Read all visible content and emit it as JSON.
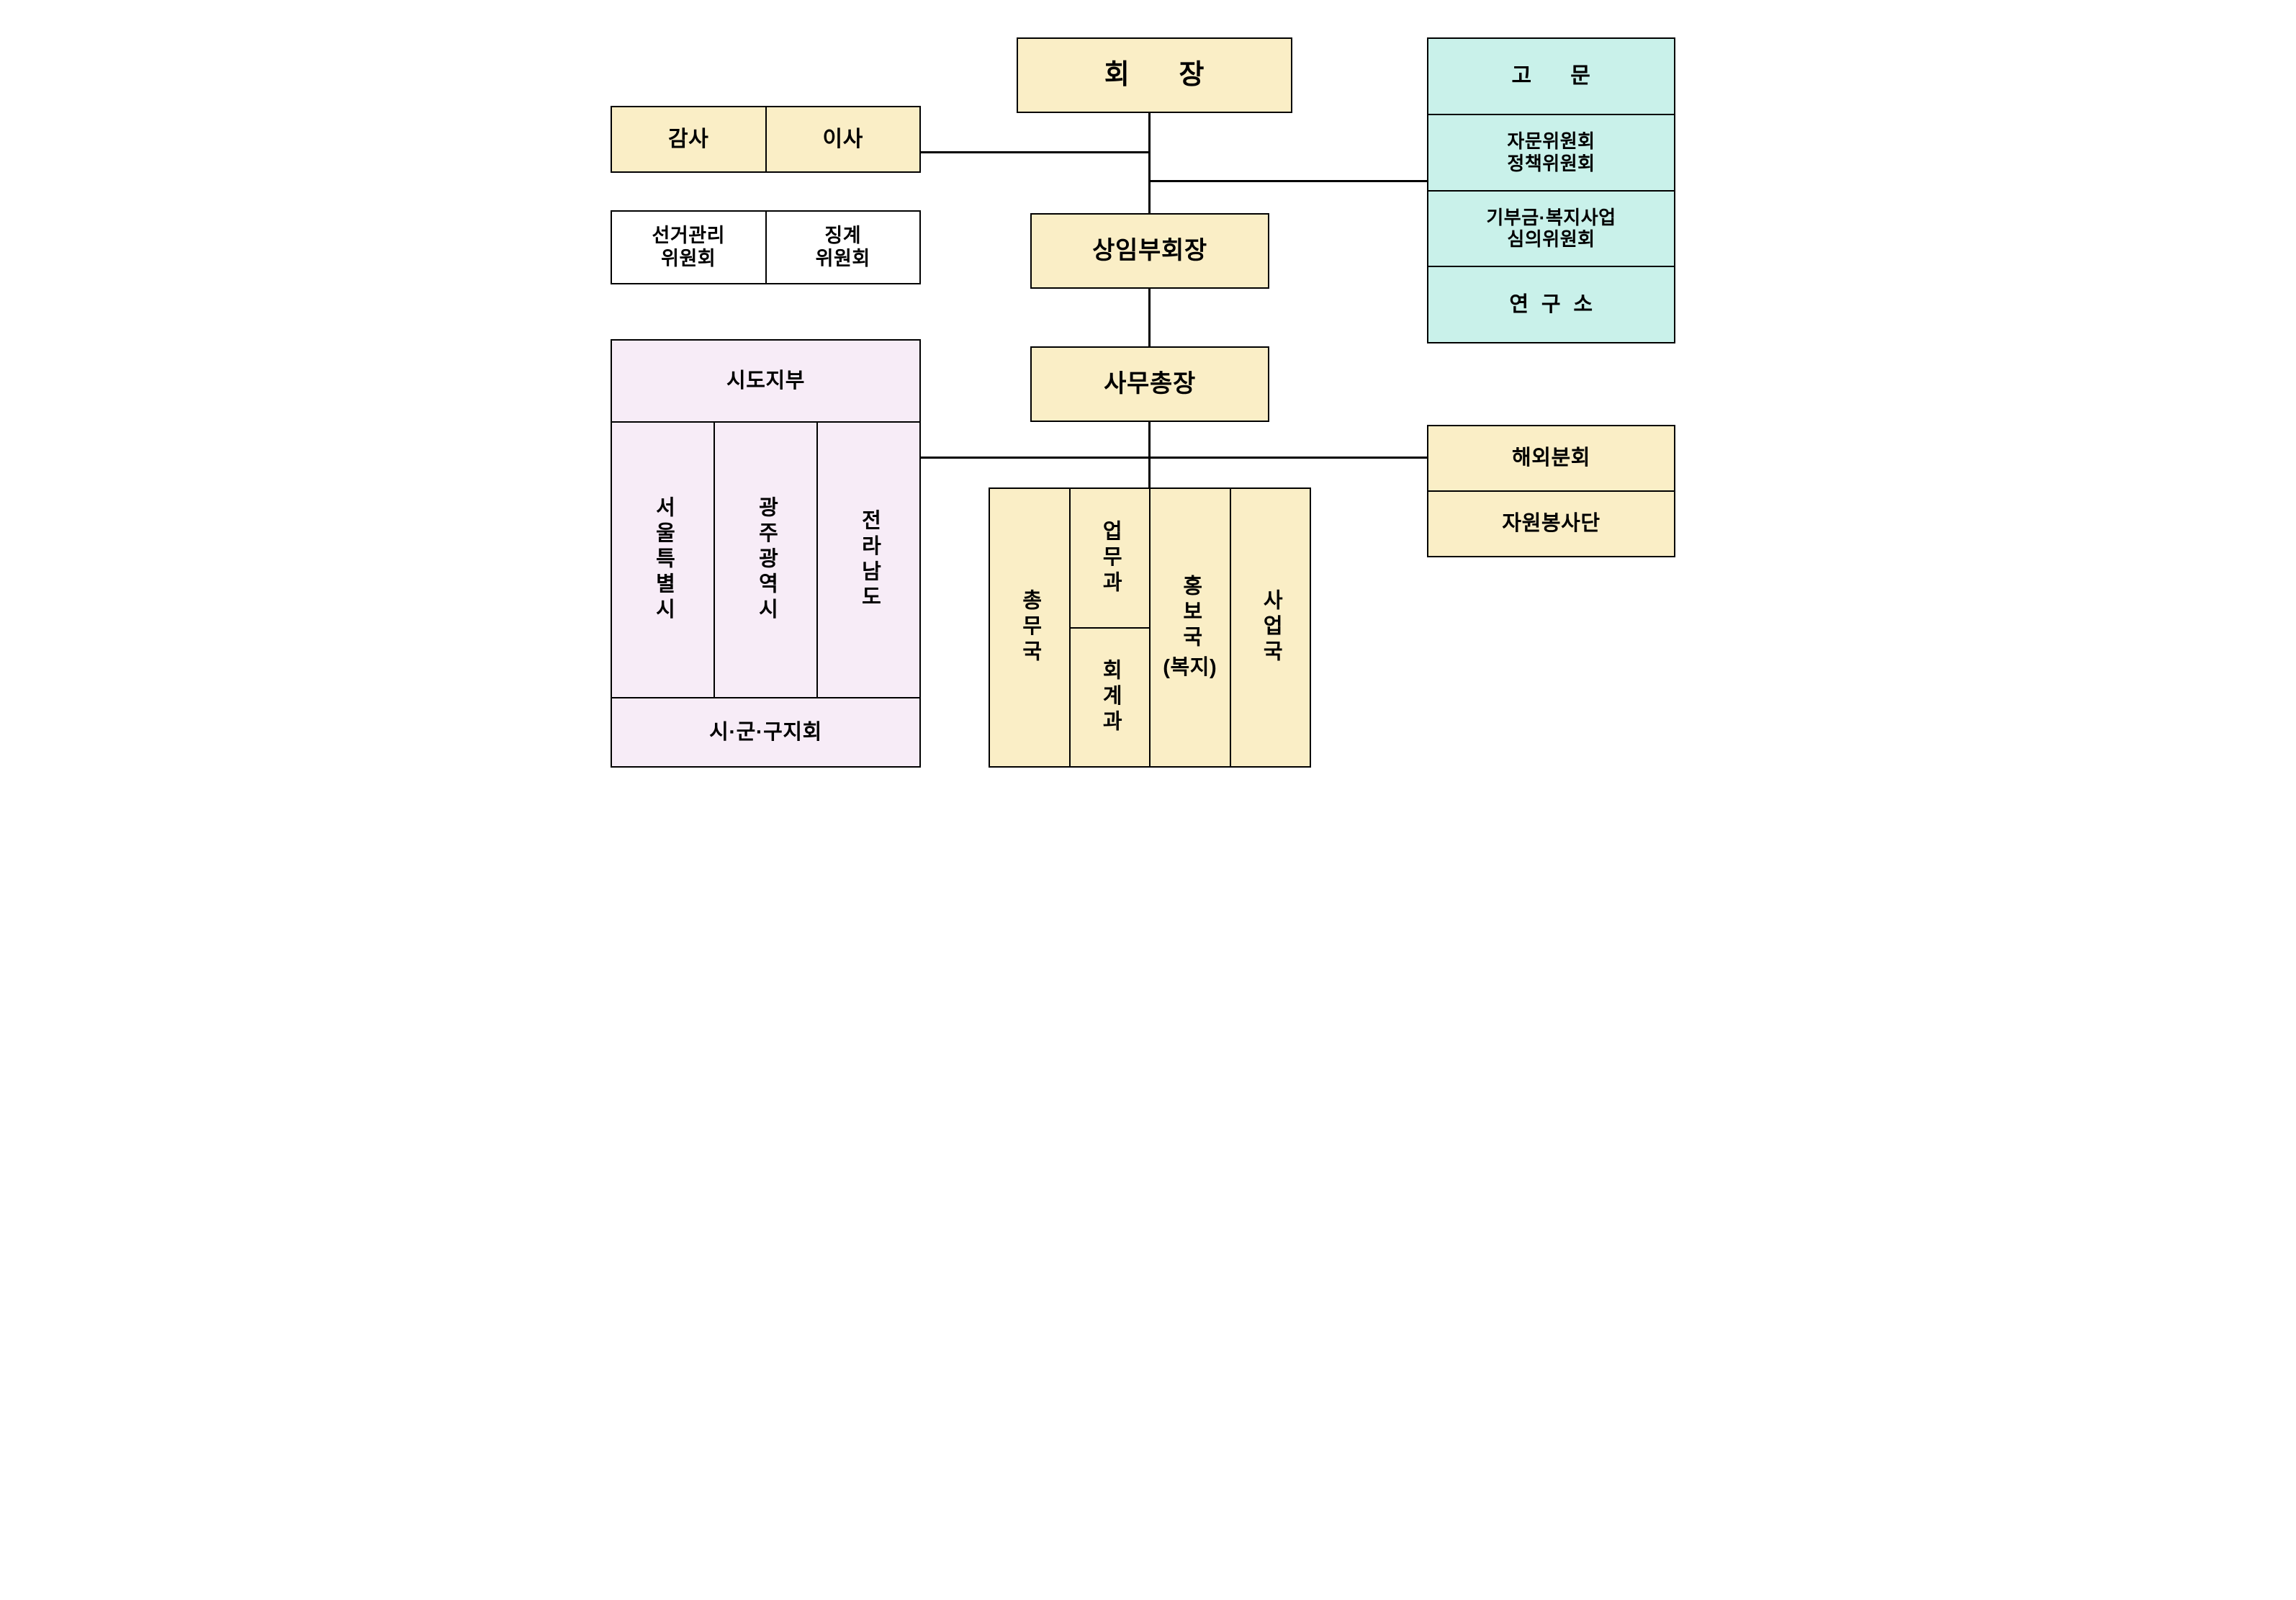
{
  "nodes": {
    "chairman": "회      장",
    "auditor": "감사",
    "director": "이사",
    "election_committee": "선거관리\n위원회",
    "disciplinary_committee": "징계\n위원회",
    "standing_vice_chairman": "상임부회장",
    "secretary_general": "사무총장",
    "advisor": "고      문",
    "advisory_policy_committee": "자문위원회\n정책위원회",
    "donation_welfare_committee": "기부금·복지사업\n심의위원회",
    "research_institute": "연  구  소",
    "overseas_branch": "해외분회",
    "volunteer_corps": "자원봉사단",
    "city_province_branch": "시도지부",
    "seoul_branch": "서울특별시",
    "gwangju_branch": "광주광역시",
    "jeonnam_branch": "전라남도",
    "city_county_district_branch": "시·군·구지회",
    "general_affairs_bureau": "총무국",
    "works_division": "업무과",
    "accounting_division": "회계과",
    "pr_bureau": "홍보국",
    "pr_bureau_note": "(복지)",
    "business_bureau": "사업국"
  },
  "colors": {
    "cream": "#FAEEC6",
    "teal": "#C9F1EA",
    "pink": "#F7ECF7",
    "line": "#000000"
  }
}
